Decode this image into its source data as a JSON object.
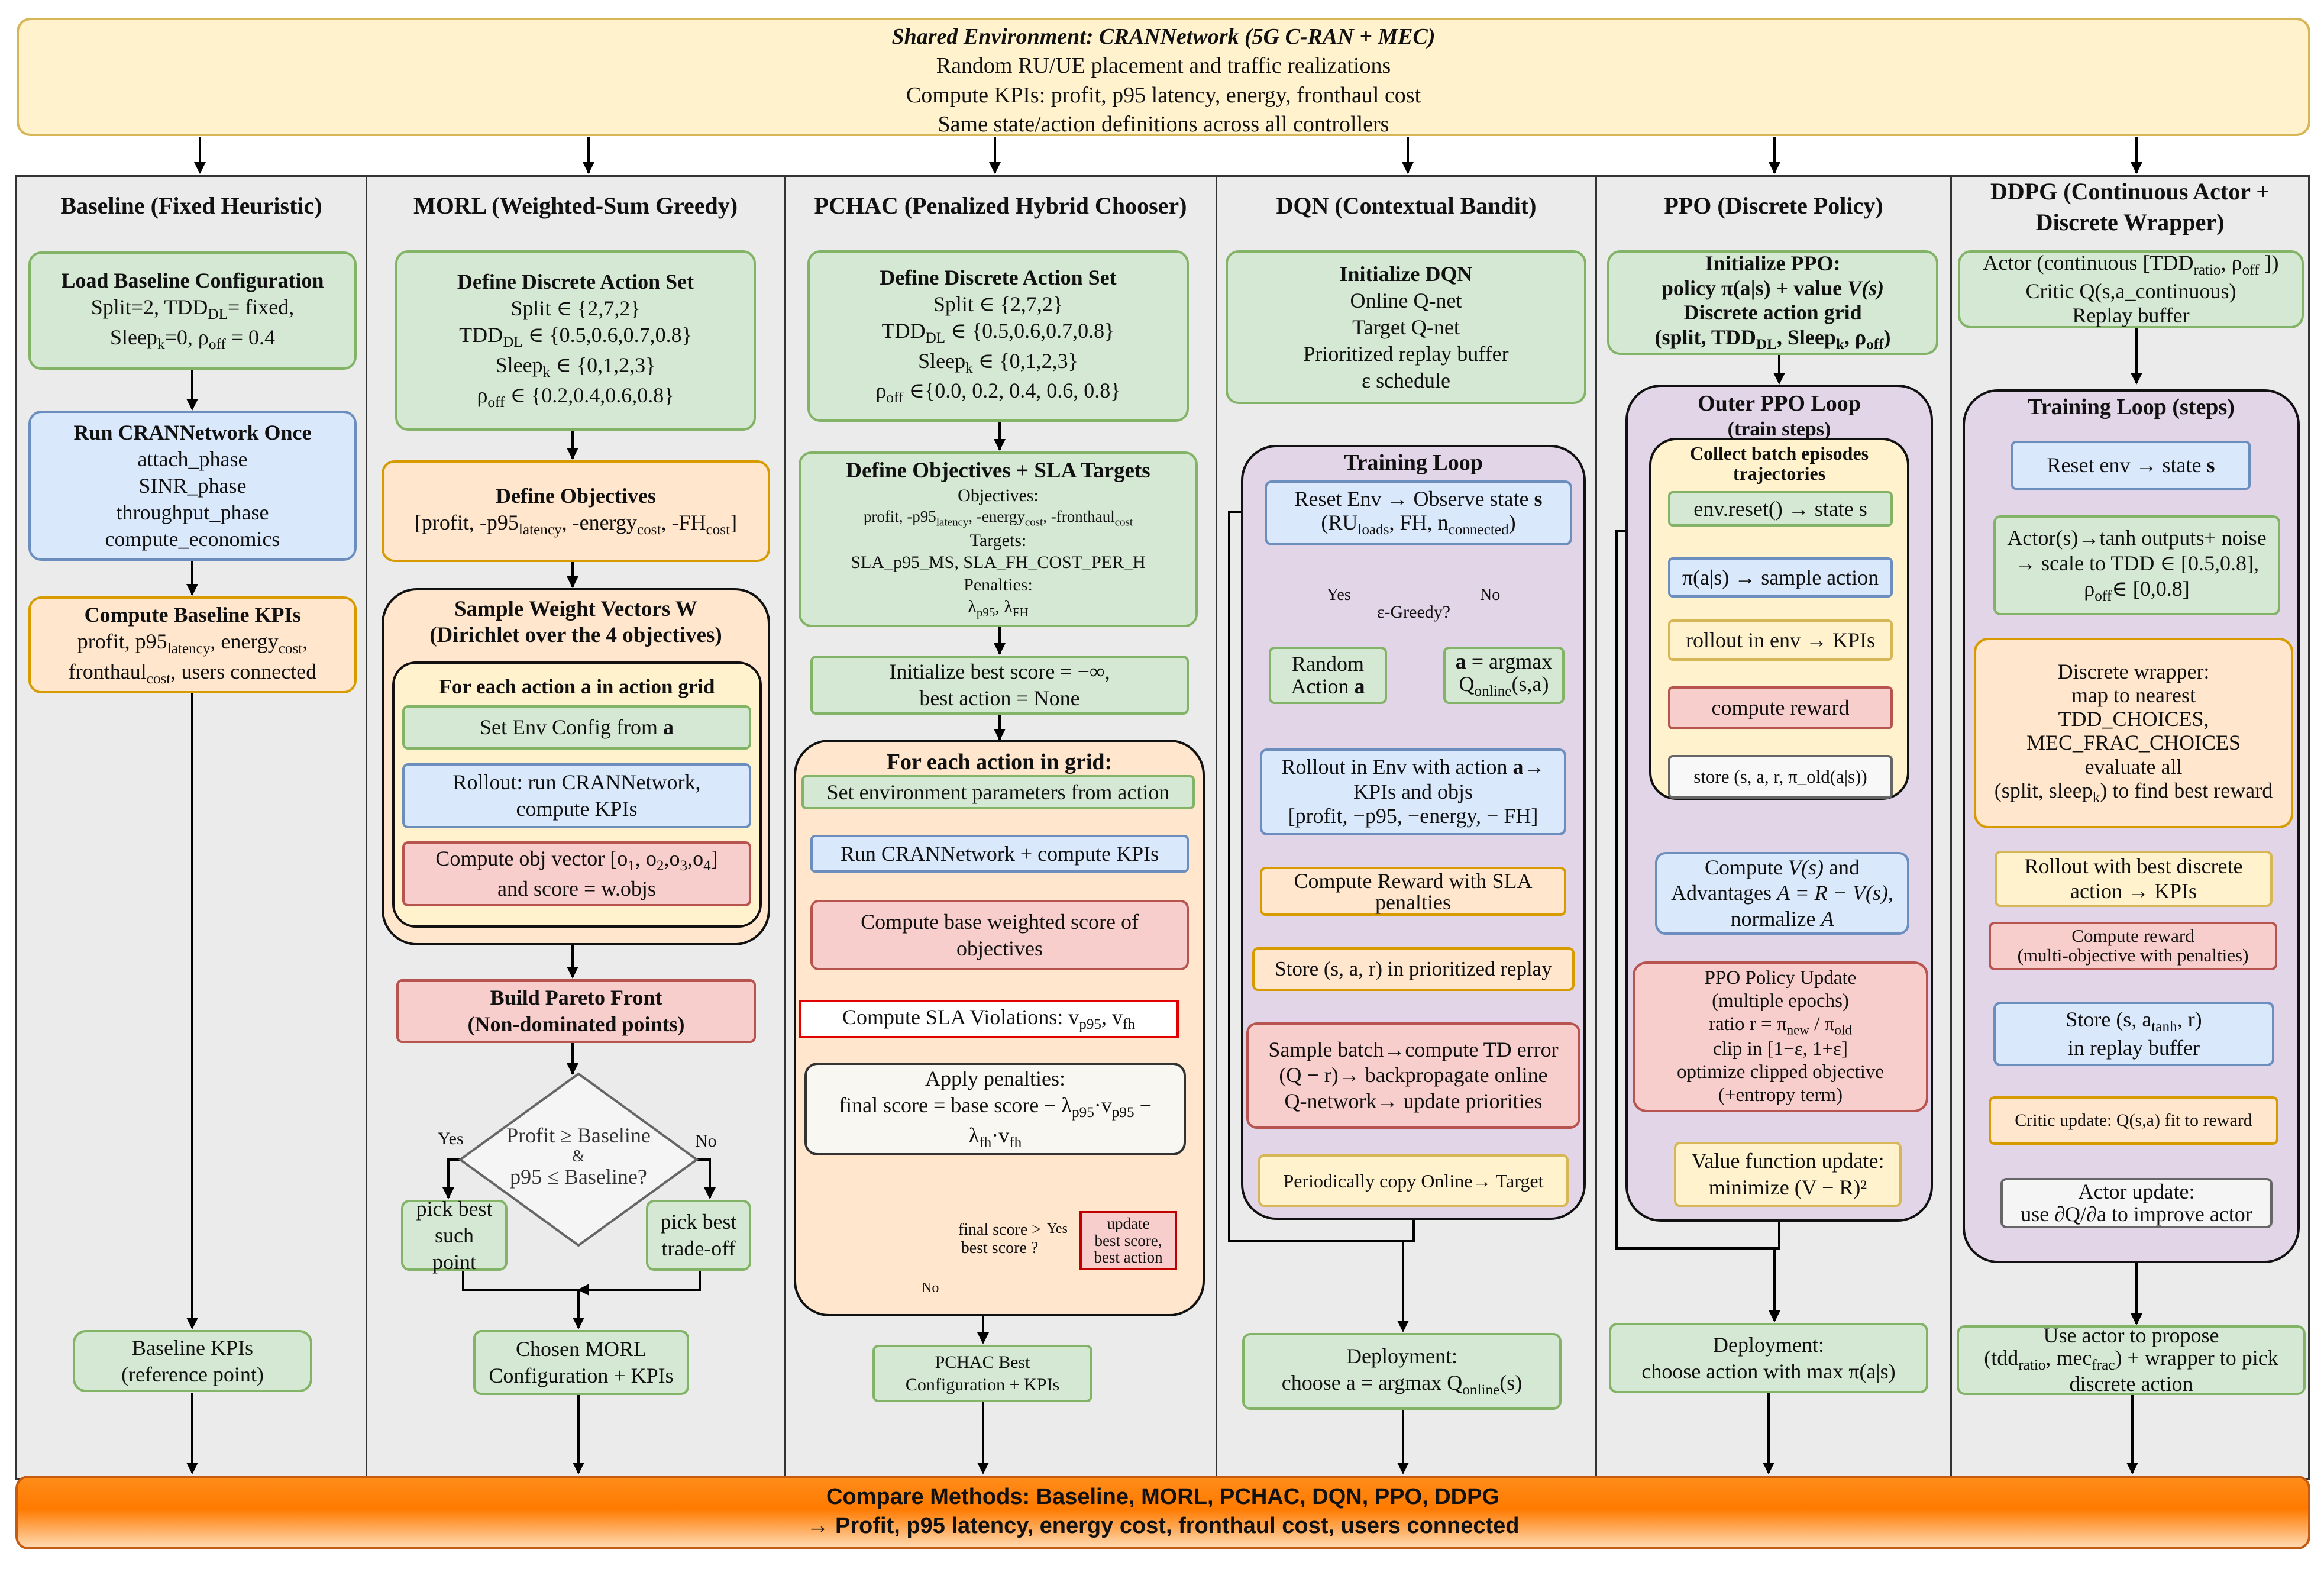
{
  "environment": {
    "title": "Shared Environment: CRANNetwork (5G C-RAN + MEC)",
    "lines": [
      "Random RU/UE placement and traffic realizations",
      "Compute KPIs: profit, p95 latency, energy, fronthaul cost",
      "Same state/action definitions across all controllers"
    ]
  },
  "baseline": {
    "title": "Baseline (Fixed Heuristic)",
    "load": {
      "title": "Load Baseline Configuration",
      "l1": "Split=2, TDD",
      "l1s": "DL",
      "l1b": "= fixed,",
      "l2a": "Sleep",
      "l2s": "k",
      "l2b": "=0, ρ",
      "l2s2": "off",
      "l2c": " = 0.4"
    },
    "run": {
      "title": "Run CRANNetwork Once",
      "lines": [
        "attach_phase",
        "SINR_phase",
        "throughput_phase",
        "compute_economics"
      ]
    },
    "kpi": {
      "title": "Compute Baseline KPIs",
      "l1a": "profit, p95",
      "l1s": "latency",
      "l1b": ", energy",
      "l1s2": "cost",
      "l1c": ",",
      "l2a": "fronthaul",
      "l2s": "cost",
      "l2b": ", users connected"
    },
    "out": {
      "l1": "Baseline KPIs",
      "l2": "(reference point)"
    }
  },
  "morl": {
    "title": "MORL (Weighted-Sum Greedy)",
    "actionset": {
      "title": "Define Discrete Action Set",
      "l1": "Split ∈ {2,7,2}",
      "l2a": "TDD",
      "l2s": "DL",
      "l2b": " ∈ {0.5,0.6,0.7,0.8}",
      "l3a": "Sleep",
      "l3s": "k",
      "l3b": " ∈ {0,1,2,3}",
      "l4a": "ρ",
      "l4s": "off",
      "l4b": " ∈ {0.2,0.4,0.6,0.8}"
    },
    "objectives": {
      "title": "Define Objectives",
      "a": "[profit, -p95",
      "s1": "latency",
      "b": ", -energy",
      "s2": "cost",
      "c": ", -FH",
      "s3": "cost",
      "d": "]"
    },
    "sample": {
      "l1": "Sample Weight Vectors W",
      "l2": "(Dirichlet over the 4 objectives)"
    },
    "foreach": "For each action a in action grid",
    "setenv": {
      "a": "Set Env Config from ",
      "b": "a"
    },
    "rollout": {
      "l1": "Rollout: run CRANNetwork,",
      "l2": "compute KPIs"
    },
    "objvec": {
      "l1": "Compute obj vector [o",
      "l2": "and score = w.objs"
    },
    "pareto": {
      "l1": "Build Pareto Front",
      "l2": "(Non-dominated points)"
    },
    "decision": {
      "l1": "Profit ≥ Baseline",
      "l2": "&",
      "l3": "p95 ≤ Baseline?"
    },
    "yes": "Yes",
    "no": "No",
    "pickbest": {
      "l1": "pick best",
      "l2": "such point"
    },
    "picktrade": {
      "l1": "pick best",
      "l2": "trade-off"
    },
    "out": {
      "l1": "Chosen MORL",
      "l2": "Configuration + KPIs"
    }
  },
  "pchac": {
    "title": "PCHAC (Penalized Hybrid Chooser)",
    "actionset": {
      "title": "Define Discrete Action Set",
      "l1": "Split ∈ {2,7,2}",
      "l2a": "TDD",
      "l2s": "DL",
      "l2b": " ∈ {0.5,0.6,0.7,0.8}",
      "l3a": "Sleep",
      "l3s": "k",
      "l3b": " ∈ {0,1,2,3}",
      "l4a": "ρ",
      "l4s": "off",
      "l4b": " ∈{0.0, 0.2, 0.4, 0.6, 0.8}"
    },
    "sla": {
      "title": "Define Objectives + SLA Targets",
      "l1": "Objectives:",
      "l2": "profit, -p95",
      "l2s": "latency",
      "l2b": ", -energy",
      "l2s2": "cost",
      "l2c": ", -fronthaul",
      "l2s3": "cost",
      "l3": "Targets:",
      "l4": "SLA_p95_MS, SLA_FH_COST_PER_H",
      "l5": "Penalties:",
      "l6": "λ",
      "l6s": "p95",
      "l6b": ", λ",
      "l6s2": "FH"
    },
    "init": {
      "l1": "Initialize best score = −∞,",
      "l2": "best action = None"
    },
    "foreach": "For each action in grid:",
    "setenv": "Set environment parameters from action",
    "run": "Run CRANNetwork + compute KPIs",
    "base": {
      "l1": "Compute base weighted score of",
      "l2": "objectives"
    },
    "viol": {
      "a": "Compute SLA Violations: v",
      "s1": "p95",
      "b": ", v",
      "s2": "fh"
    },
    "pen": {
      "l1": "Apply penalties:",
      "l2": "final score = base score − λ",
      "l2s": "p95",
      "l2b": "·v",
      "l2s2": "p95",
      "l2c": " −",
      "l3": "λ",
      "l3s": "fh",
      "l3b": "·v",
      "l3s2": "fh"
    },
    "decision": {
      "l1": "final score >",
      "l2": "best score ?"
    },
    "yes": "Yes",
    "no": "No",
    "update": {
      "l1": "update",
      "l2": "best score,",
      "l3": "best action"
    },
    "out": {
      "l1": "PCHAC Best",
      "l2": "Configuration + KPIs"
    }
  },
  "dqn": {
    "title": "DQN (Contextual Bandit)",
    "init": {
      "title": "Initialize DQN",
      "lines": [
        "Online Q-net",
        "Target Q-net",
        "Prioritized replay buffer",
        "ε schedule"
      ]
    },
    "loop": "Training Loop",
    "reset": {
      "a": "Reset Env → Observe state ",
      "b": "s",
      "c": "(RU",
      "cs": "loads",
      "d": ", FH, n",
      "ds": "connected",
      "e": ")"
    },
    "decision": "ε-Greedy?",
    "yes": "Yes",
    "no": "No",
    "random": {
      "l1": "Random",
      "l2": "Action ",
      "l2b": "a"
    },
    "argmax": {
      "a": "a",
      "b": " = argmax",
      "c": "Q",
      "cs": "online",
      "d": "(s,a)"
    },
    "rollout": {
      "a": "Rollout in Env with action ",
      "b": "a",
      "c": "→",
      "l2": "KPIs and objs",
      "l3": "[profit, −p95, −energy, − FH]"
    },
    "reward": {
      "l1": "Compute Reward with SLA",
      "l2": "penalties"
    },
    "store": "Store (s, a, r) in prioritized replay",
    "sample": {
      "l1": "Sample batch→compute TD error",
      "l2": "(Q − r)→ backpropagate online",
      "l3": "Q-network→ update priorities"
    },
    "copy": "Periodically copy Online→ Target",
    "out": {
      "l1": "Deployment:",
      "l2": "choose a = argmax Q",
      "l2s": "online",
      "l2b": "(s)"
    }
  },
  "ppo": {
    "title": "PPO (Discrete Policy)",
    "init": {
      "l1": "Initialize PPO:",
      "l2a": "policy π(a|s) + value ",
      "l2b": "V(s)",
      "l3": "Discrete action grid",
      "l4a": "(split, TDD",
      "l4s": "DL",
      "l4b": ", Sleep",
      "l4s2": "k",
      "l4c": ", ρ",
      "l4s3": "off",
      "l4d": ")"
    },
    "loop": {
      "l1": "Outer PPO Loop",
      "l2": "(train steps)"
    },
    "collect": {
      "l1": "Collect batch episodes",
      "l2": "trajectories"
    },
    "reset": "env.reset() → state s",
    "sample": "π(a|s) → sample action",
    "rollout": "rollout in env → KPIs",
    "reward": "compute reward",
    "store": "store (s, a, r, π_old(a|s))",
    "adv": {
      "l1a": "Compute ",
      "l1b": "V(s)",
      "l1c": " and",
      "l2a": "Advantages ",
      "l2b": "A = R − V(s),",
      "l3a": "normalize ",
      "l3b": "A"
    },
    "update": {
      "l1": "PPO Policy Update",
      "l2": "(multiple epochs)",
      "l3a": "ratio r = π",
      "l3s": "new",
      "l3b": " / π",
      "l3s2": "old",
      "l4": "clip in [1−ε, 1+ε]",
      "l5": "optimize clipped objective",
      "l6": "(+entropy term)"
    },
    "value": {
      "l1": "Value function update:",
      "l2": "minimize (V − R)²"
    },
    "out": {
      "l1": "Deployment:",
      "l2": "choose action with max π(a|s)"
    }
  },
  "ddpg": {
    "title": {
      "l1": "DDPG (Continuous Actor +",
      "l2": "Discrete Wrapper)"
    },
    "init": {
      "l1a": "Actor (continuous [TDD",
      "l1s": "ratio",
      "l1b": ", ρ",
      "l1s2": "off",
      "l1c": " ])",
      "l2": "Critic Q(s,a_continuous)",
      "l3": "Replay buffer"
    },
    "loop": "Training Loop (steps)",
    "reset": {
      "a": "Reset env → state ",
      "b": "s"
    },
    "actor": {
      "l1": "Actor(s)→tanh outputs+ noise",
      "l2": "→ scale to TDD ∈ [0.5,0.8],",
      "l3a": "ρ",
      "l3s": "off",
      "l3b": "∈ [0,0.8]"
    },
    "wrapper": {
      "l1": "Discrete wrapper:",
      "l2": "map to nearest",
      "l3": "TDD_CHOICES,",
      "l4": "MEC_FRAC_CHOICES",
      "l5": "evaluate all",
      "l6a": "(split, sleep",
      "l6s": "k",
      "l6b": ") to find best reward"
    },
    "rollout": {
      "l1": "Rollout with best discrete",
      "l2": "action → KPIs"
    },
    "reward": {
      "l1": "Compute reward",
      "l2": "(multi-objective with penalties)"
    },
    "store": {
      "l1a": "Store (s, a",
      "l1s": "tanh",
      "l1b": ", r)",
      "l2": "in replay buffer"
    },
    "critic": "Critic update: Q(s,a) fit to reward",
    "actorupd": {
      "l1": "Actor update:",
      "l2": "use ∂Q/∂a to improve actor"
    },
    "out": {
      "l1": "Use actor to propose",
      "l2a": "(tdd",
      "l2s": "ratio",
      "l2b": ", mec",
      "l2s2": "frac",
      "l2c": ") + wrapper to pick",
      "l3": "discrete action"
    }
  },
  "compare": {
    "l1": "Compare Methods: Baseline, MORL, PCHAC, DQN, PPO, DDPG",
    "l2": "→ Profit, p95 latency, energy cost, fronthaul cost, users connected"
  },
  "colors": {
    "green": "#d5e8d4",
    "blue": "#dae8fc",
    "orange": "#ffe6cc",
    "red": "#f8cecc",
    "yellow": "#fff2cc",
    "purple": "#e1d5e7",
    "compare": "#ff8c1a"
  }
}
